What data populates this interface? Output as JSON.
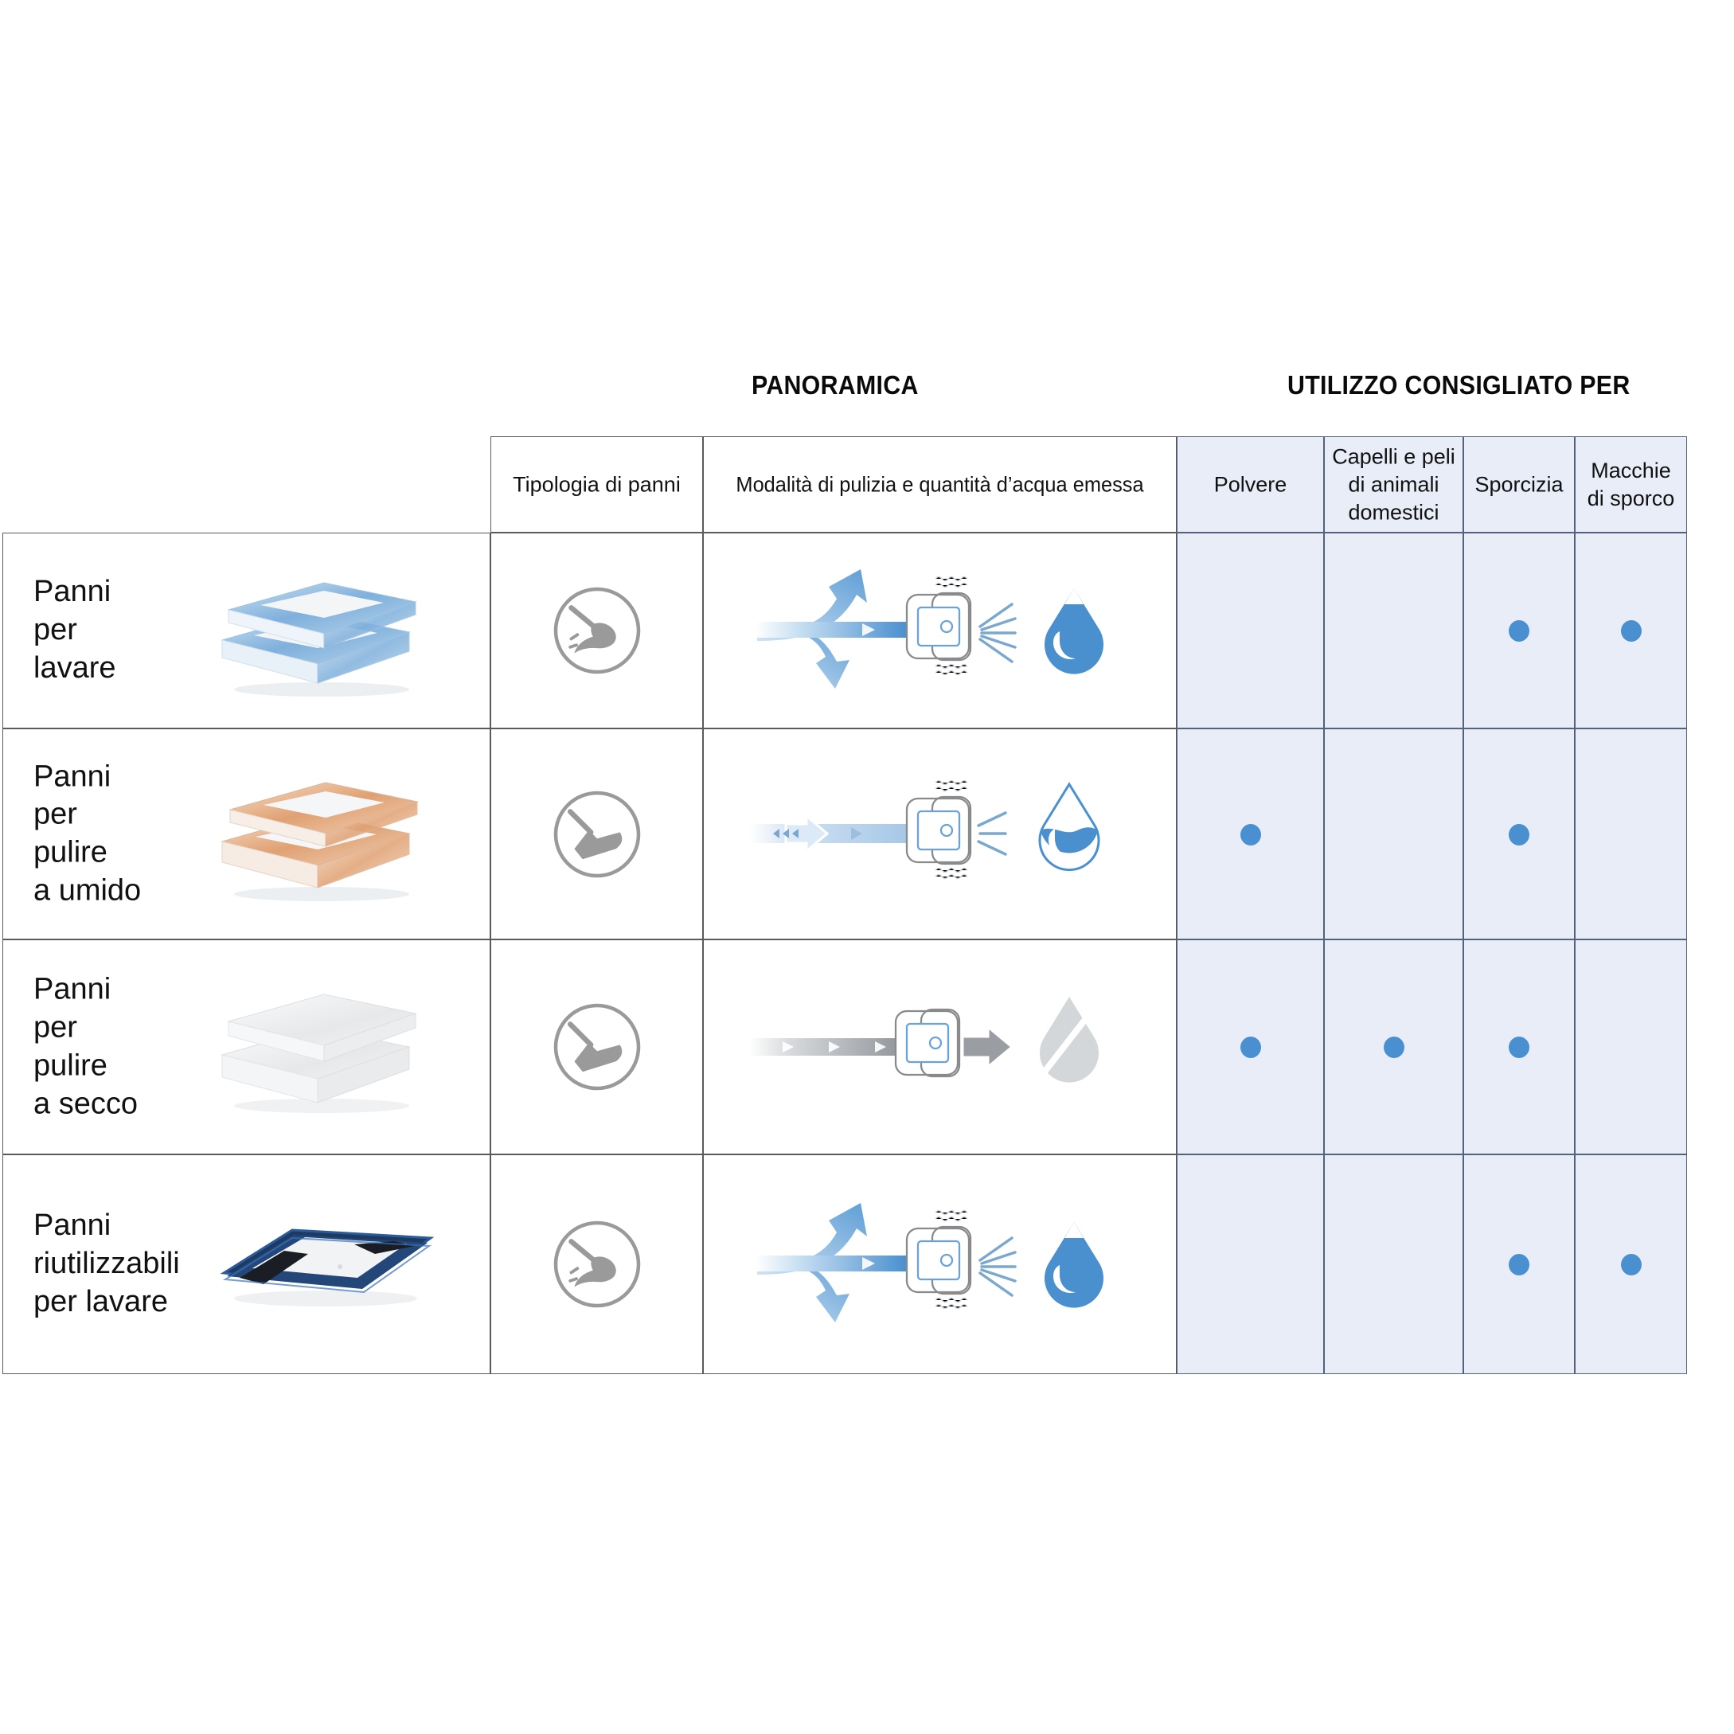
{
  "sections": {
    "overview_title": "PANORAMICA",
    "usage_title": "UTILIZZO CONSIGLIATO PER"
  },
  "colors": {
    "dot": "#4a90d0",
    "blue_cell_bg": "#e8edf8",
    "border": "#5a5a5a",
    "blue_border": "#54617d",
    "accent_blue": "#3f87c8",
    "gray_icon": "#9a9a9a"
  },
  "table": {
    "headers": {
      "cloth_type": "Tipologia di panni",
      "cleaning_mode": "Modalità di pulizia e quantità d’acqua emessa",
      "usage": [
        "Polvere",
        "Capelli e peli\ndi animali\ndomestici",
        "Sporcizia",
        "Macchie\ndi sporco"
      ]
    },
    "rows": [
      {
        "label": "Panni\nper\nlavare",
        "photo": "stack-of-blue-cloths-photo",
        "cloth_icon": "mop-washing-icon",
        "diagram": "wet-wash-flow-diagram",
        "water_level": "full-droplet",
        "usage_dots": [
          false,
          false,
          true,
          true
        ]
      },
      {
        "label": "Panni\nper\npulire\na umido",
        "photo": "stack-of-orange-cloths-photo",
        "cloth_icon": "mop-flat-icon",
        "diagram": "damp-clean-flow-diagram",
        "water_level": "half-droplet",
        "usage_dots": [
          true,
          false,
          true,
          false
        ]
      },
      {
        "label": "Panni\nper\npulire\na secco",
        "photo": "stack-of-white-cloths-photo",
        "cloth_icon": "mop-flat-icon",
        "diagram": "dry-clean-flow-diagram",
        "water_level": "no-water-droplet",
        "usage_dots": [
          true,
          true,
          true,
          false
        ]
      },
      {
        "label": "Panni\nriutilizzabili\nper lavare",
        "photo": "reusable-blue-pad-photo",
        "cloth_icon": "mop-washing-icon",
        "diagram": "wet-wash-flow-diagram",
        "water_level": "full-droplet",
        "usage_dots": [
          false,
          false,
          true,
          true
        ]
      }
    ]
  }
}
